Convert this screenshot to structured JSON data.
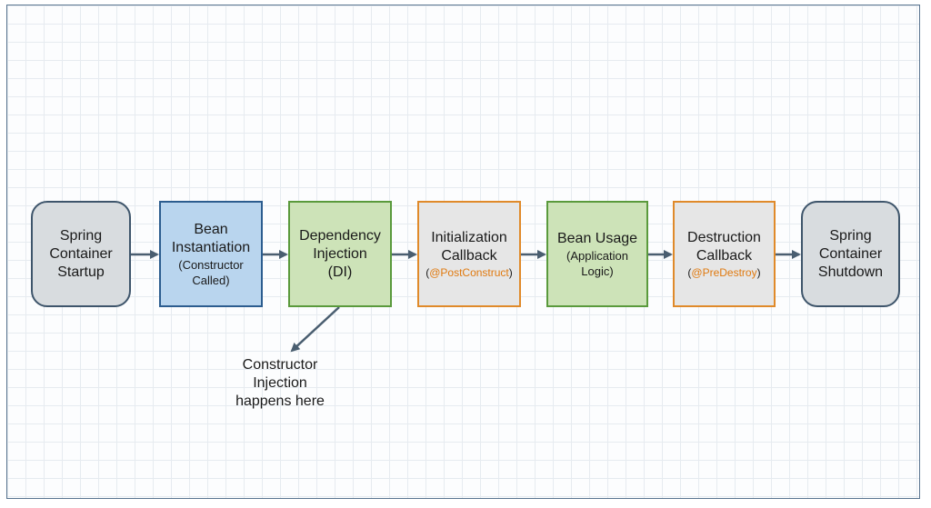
{
  "nodes": {
    "startup": {
      "lines": [
        "Spring",
        "Container",
        "Startup"
      ]
    },
    "instantiation": {
      "lines": [
        "Bean",
        "Instantiation"
      ],
      "sub": [
        "(Constructor",
        "Called)"
      ]
    },
    "injection": {
      "lines": [
        "Dependency",
        "Injection",
        "(DI)"
      ]
    },
    "init": {
      "lines": [
        "Initialization",
        "Callback"
      ],
      "tag_open": "(",
      "tag": "@PostConstruct",
      "tag_close": ")"
    },
    "usage": {
      "lines": [
        "Bean Usage"
      ],
      "sub": [
        "(Application",
        "Logic)"
      ]
    },
    "destruction": {
      "lines": [
        "Destruction",
        "Callback"
      ],
      "tag_open": "(",
      "tag": "@PreDestroy",
      "tag_close": ")"
    },
    "shutdown": {
      "lines": [
        "Spring",
        "Container",
        "Shutdown"
      ]
    }
  },
  "note": {
    "lines": [
      "Constructor",
      "Injection",
      "happens here"
    ]
  },
  "colors": {
    "annotation": "#e07a10",
    "arrow": "#4a5e70",
    "grid": "#e6ebf0"
  }
}
